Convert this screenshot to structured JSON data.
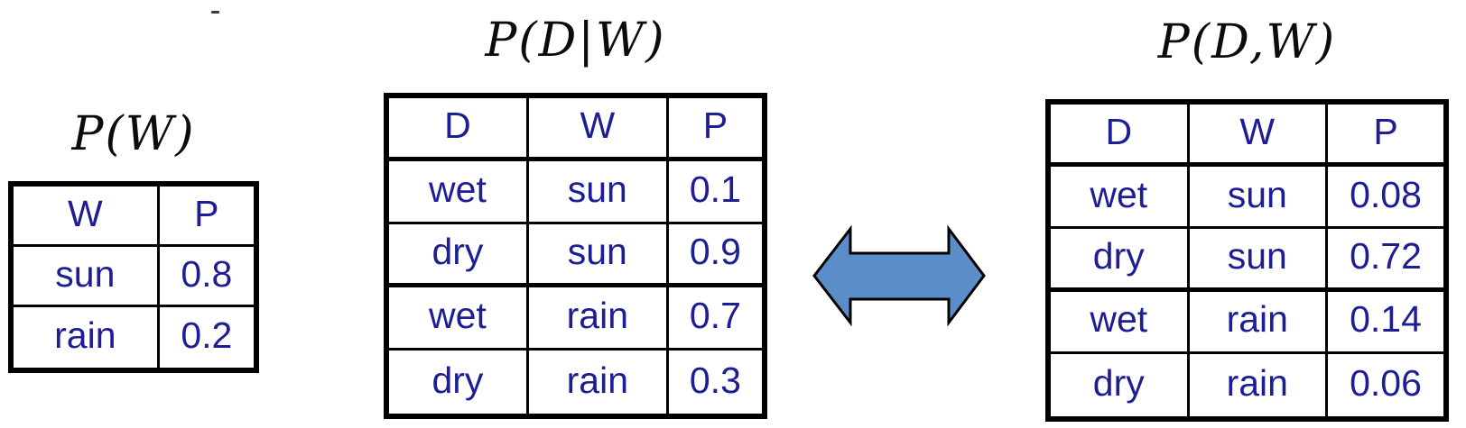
{
  "colors": {
    "table_text": "#1d1d96",
    "border": "#000000",
    "title_text": "#0c0c0c",
    "arrow_fill": "#5b8ec8",
    "arrow_stroke": "#000000"
  },
  "stray_mark": {
    "shape": "small-dash"
  },
  "tables": {
    "pw": {
      "title": "P(W)",
      "headers": [
        "W",
        "P"
      ],
      "rows": [
        [
          "sun",
          "0.8"
        ],
        [
          "rain",
          "0.2"
        ]
      ]
    },
    "cond": {
      "title": "P(D|W)",
      "headers": [
        "D",
        "W",
        "P"
      ],
      "rows": [
        [
          "wet",
          "sun",
          "0.1"
        ],
        [
          "dry",
          "sun",
          "0.9"
        ],
        [
          "wet",
          "rain",
          "0.7"
        ],
        [
          "dry",
          "rain",
          "0.3"
        ]
      ]
    },
    "joint": {
      "title": "P(D,W)",
      "headers": [
        "D",
        "W",
        "P"
      ],
      "rows": [
        [
          "wet",
          "sun",
          "0.08"
        ],
        [
          "dry",
          "sun",
          "0.72"
        ],
        [
          "wet",
          "rain",
          "0.14"
        ],
        [
          "dry",
          "rain",
          "0.06"
        ]
      ]
    }
  },
  "arrow": {
    "kind": "double-headed",
    "direction": "left-right"
  }
}
